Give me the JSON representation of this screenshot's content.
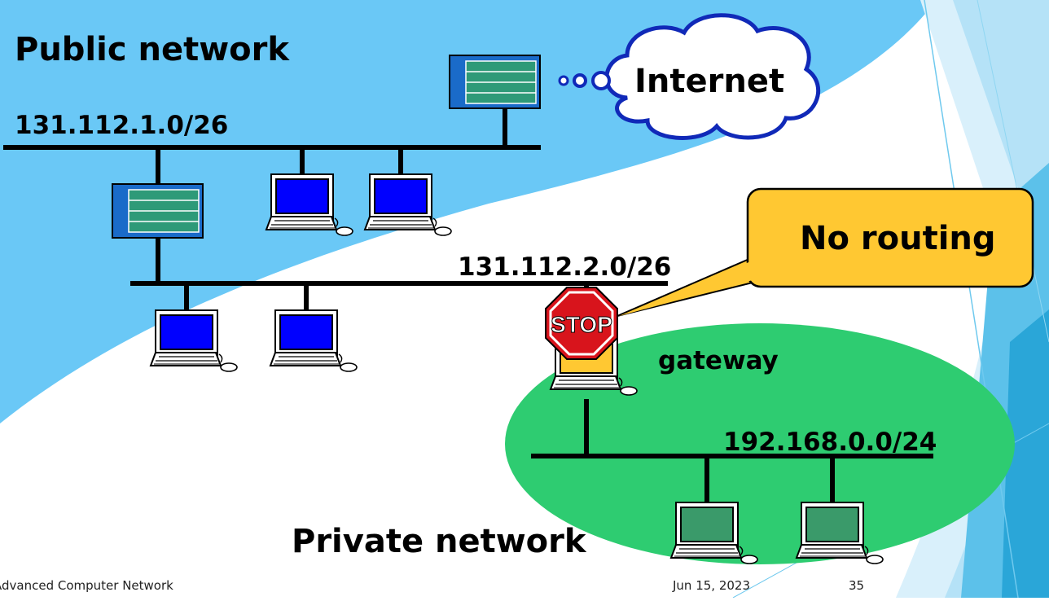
{
  "slide": {
    "public_title": "Public network",
    "private_title": "Private network",
    "internet_label": "Internet",
    "net1_label": "131.112.1.0/26",
    "net2_label": "131.112.2.0/26",
    "net3_label": "192.168.0.0/24",
    "gateway_label": "gateway",
    "callout_text": "No routing",
    "stop_sign_text": "STOP"
  },
  "footer": {
    "course": "Advanced Computer Network",
    "date": "Jun 15, 2023",
    "page": "35"
  },
  "colors": {
    "public_area": "#6ac8f6",
    "private_area": "#2ecc71",
    "callout_fill": "#ffc832",
    "stop_red": "#d8141c",
    "router_fill": "#1a6bc9",
    "router_bars": "#2e9a78",
    "screen_blue": "#0000ff",
    "screen_green": "#3a9a6a"
  }
}
